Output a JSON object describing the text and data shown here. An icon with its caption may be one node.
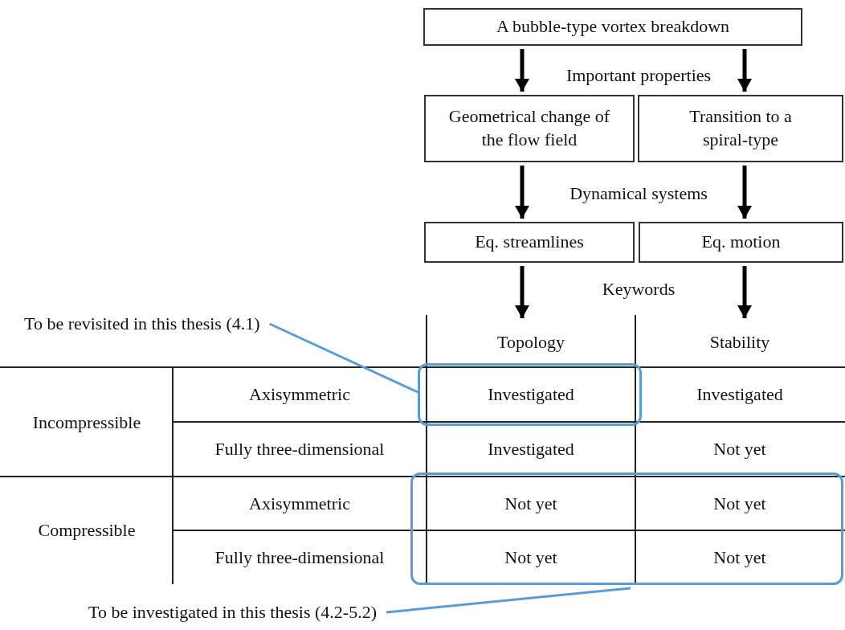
{
  "diagram": {
    "nodes": [
      {
        "text": [
          "A bubble-type vortex breakdown"
        ]
      },
      {
        "text": [
          "Geometrical change of the flow field"
        ]
      },
      {
        "text": [
          "Transition to a spiral-type"
        ]
      },
      {
        "text": [
          "Eq. streamlines"
        ]
      },
      {
        "text": [
          "Eq. motion"
        ]
      },
      {
        "text": [
          "To be revisited in this thesis (4.1)"
        ]
      },
      {
        "text": [
          "Topology"
        ]
      },
      {
        "text": [
          "Stability"
        ]
      },
      {
        "text": [],
        "shape": "box"
      },
      {
        "text": [],
        "shape": "box"
      },
      {
        "text": [
          "To be investigated in this thesis (4.2-5.2)"
        ]
      }
    ],
    "edges": [
      {
        "from": 0,
        "to": 1,
        "arrow": "to"
      },
      {
        "from": 0,
        "to": 2,
        "arrow": "to"
      },
      {
        "from": 1,
        "to": 3,
        "arrow": "to"
      },
      {
        "from": 2,
        "to": 4,
        "arrow": "to"
      },
      {
        "from": 3,
        "to": 6,
        "arrow": "to"
      },
      {
        "from": 4,
        "to": 7,
        "arrow": "to"
      },
      {
        "from": 5,
        "to": 8,
        "arrow": "none",
        "color": "#5b9bd5"
      },
      {
        "from": 10,
        "to": 9,
        "arrow": "none",
        "color": "#5b9bd5"
      }
    ],
    "labels": [
      "Important properties",
      "Dynamical systems",
      "Keywords",
      "Incompressible",
      "Axisymmetric",
      "Investigated",
      "Investigated",
      "Fully three-dimensional",
      "Investigated",
      "Not yet",
      "Compressible",
      "Axisymmetric",
      "Not yet",
      "Not yet",
      "Fully three-dimensional",
      "Not yet",
      "Not yet"
    ]
  }
}
